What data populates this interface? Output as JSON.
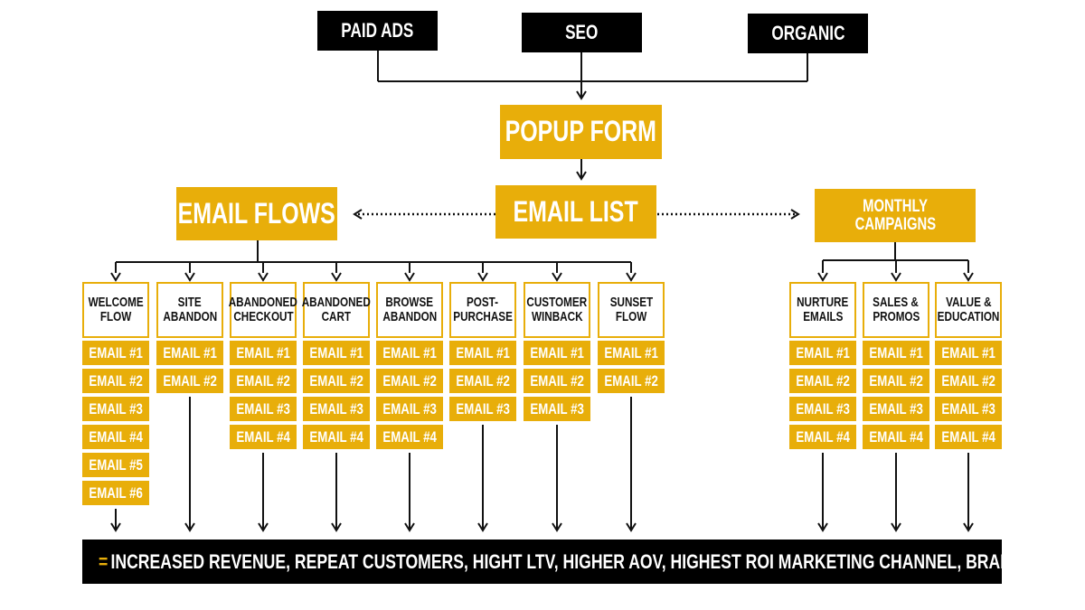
{
  "sources": [
    "PAID ADS",
    "SEO",
    "ORGANIC"
  ],
  "popup_form": "POPUP FORM",
  "email_list": "EMAIL LIST",
  "email_flows": "EMAIL FLOWS",
  "monthly_campaigns": [
    "MONTHLY",
    "CAMPAIGNS"
  ],
  "flows": [
    {
      "title": [
        "WELCOME",
        "FLOW"
      ],
      "emails": [
        "EMAIL #1",
        "EMAIL #2",
        "EMAIL #3",
        "EMAIL #4",
        "EMAIL #5",
        "EMAIL #6"
      ]
    },
    {
      "title": [
        "SITE",
        "ABANDON"
      ],
      "emails": [
        "EMAIL #1",
        "EMAIL #2"
      ]
    },
    {
      "title": [
        "ABANDONED",
        "CHECKOUT"
      ],
      "emails": [
        "EMAIL #1",
        "EMAIL #2",
        "EMAIL #3",
        "EMAIL #4"
      ]
    },
    {
      "title": [
        "ABANDONED",
        "CART"
      ],
      "emails": [
        "EMAIL #1",
        "EMAIL #2",
        "EMAIL #3",
        "EMAIL #4"
      ]
    },
    {
      "title": [
        "BROWSE",
        "ABANDON"
      ],
      "emails": [
        "EMAIL #1",
        "EMAIL #2",
        "EMAIL #3",
        "EMAIL #4"
      ]
    },
    {
      "title": [
        "POST-",
        "PURCHASE"
      ],
      "emails": [
        "EMAIL #1",
        "EMAIL #2",
        "EMAIL #3"
      ]
    },
    {
      "title": [
        "CUSTOMER",
        "WINBACK"
      ],
      "emails": [
        "EMAIL #1",
        "EMAIL #2",
        "EMAIL #3"
      ]
    },
    {
      "title": [
        "SUNSET",
        "FLOW"
      ],
      "emails": [
        "EMAIL #1",
        "EMAIL #2"
      ]
    }
  ],
  "campaigns": [
    {
      "title": [
        "NURTURE",
        "EMAILS"
      ],
      "emails": [
        "EMAIL #1",
        "EMAIL #2",
        "EMAIL #3",
        "EMAIL #4"
      ]
    },
    {
      "title": [
        "SALES &",
        "PROMOS"
      ],
      "emails": [
        "EMAIL #1",
        "EMAIL #2",
        "EMAIL #3",
        "EMAIL #4"
      ]
    },
    {
      "title": [
        "VALUE &",
        "EDUCATION"
      ],
      "emails": [
        "EMAIL #1",
        "EMAIL #2",
        "EMAIL #3",
        "EMAIL #4"
      ]
    }
  ],
  "result": {
    "prefix": "=",
    "text": "INCREASED REVENUE, REPEAT CUSTOMERS, HIGHT LTV, HIGHER AOV, HIGHEST ROI MARKETING CHANNEL, BRAND AWARENESS"
  },
  "colors": {
    "accent": "#E8AE0A",
    "dark": "#000000"
  }
}
